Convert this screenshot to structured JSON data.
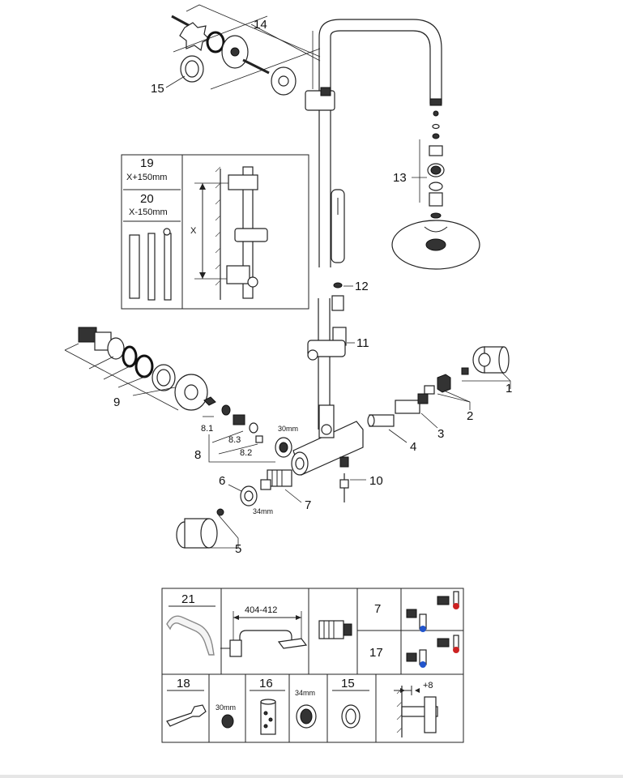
{
  "callouts": {
    "c1": "1",
    "c2": "2",
    "c3": "3",
    "c4": "4",
    "c5": "5",
    "c6": "6",
    "c7": "7",
    "c8": "8",
    "c8_1": "8.1",
    "c8_2": "8.2",
    "c8_3": "8.3",
    "c9": "9",
    "c10": "10",
    "c11": "11",
    "c12": "12",
    "c13": "13",
    "c14": "14",
    "c15": "15"
  },
  "dimensions": {
    "nut_30": "30mm",
    "nut_34": "34mm"
  },
  "extension_box": {
    "item19": "19",
    "item19_dim": "X+150mm",
    "item20": "20",
    "item20_dim": "X-150mm",
    "x_label": "X"
  },
  "spares_table": {
    "item21": "21",
    "arm_range": "404-412",
    "item7": "7",
    "item17": "17",
    "item18": "18",
    "nut_30": "30mm",
    "item16": "16",
    "nut_34": "34mm",
    "item15": "15",
    "offset": "+8"
  },
  "colors": {
    "line": "#222222",
    "fill_dark": "#333333",
    "thermo_red": "#cc2222",
    "thermo_blue": "#2255cc"
  }
}
